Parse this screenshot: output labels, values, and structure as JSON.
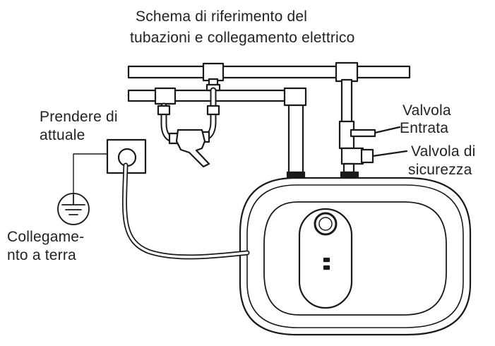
{
  "title": {
    "line1": "Schema di riferimento del",
    "line2": "tubazioni e collegamento elettrico"
  },
  "labels": {
    "socket": {
      "line1": "Prendere di",
      "line2": "attuale"
    },
    "ground": {
      "line1": "Collegame-",
      "line2": "nto a terra"
    },
    "inlet_valve": {
      "line1": "Valvola",
      "line2": "Entrata"
    },
    "safety_valve": {
      "line1": "Valvola di",
      "line2": "sicurezza"
    }
  },
  "colors": {
    "line": "#1a1a1a",
    "pipe_fill": "#ffffff",
    "text": "#222222"
  },
  "icons": [
    "ground-symbol-icon",
    "power-socket-icon",
    "water-heater-dial-icon"
  ]
}
